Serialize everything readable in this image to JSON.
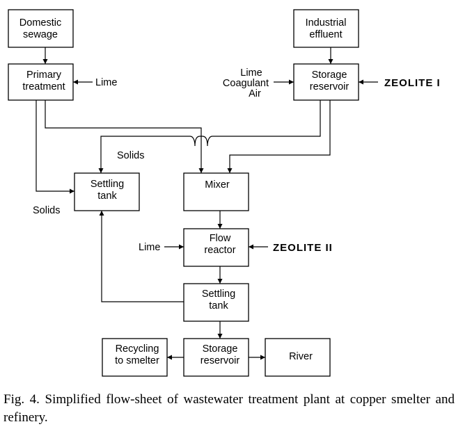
{
  "nodes": {
    "domestic_sewage": [
      "Domestic",
      "sewage"
    ],
    "industrial_effluent": [
      "Industrial",
      "effluent"
    ],
    "primary_treatment": [
      "Primary",
      "treatment"
    ],
    "storage_reservoir_top": [
      "Storage",
      "reservoir"
    ],
    "settling_tank_left": [
      "Settling",
      "tank"
    ],
    "mixer": [
      "Mixer"
    ],
    "flow_reactor": [
      "Flow",
      "reactor"
    ],
    "settling_tank_center": [
      "Settling",
      "tank"
    ],
    "recycling": [
      "Recycling",
      "to smelter"
    ],
    "storage_reservoir_bottom": [
      "Storage",
      "reservoir"
    ],
    "river": [
      "River"
    ]
  },
  "inputs": {
    "lime_primary": "Lime",
    "lime_coagulant_air": [
      "Lime",
      "Coagulant",
      "Air"
    ],
    "zeolite_1": "ZEOLITE I",
    "lime_reactor": "Lime",
    "zeolite_2": "ZEOLITE II"
  },
  "edge_labels": {
    "solids_top": "Solids",
    "solids_left": "Solids"
  },
  "caption": "Fig. 4. Simplified flow-sheet of wastewater treatment plant at copper smelter and refinery."
}
